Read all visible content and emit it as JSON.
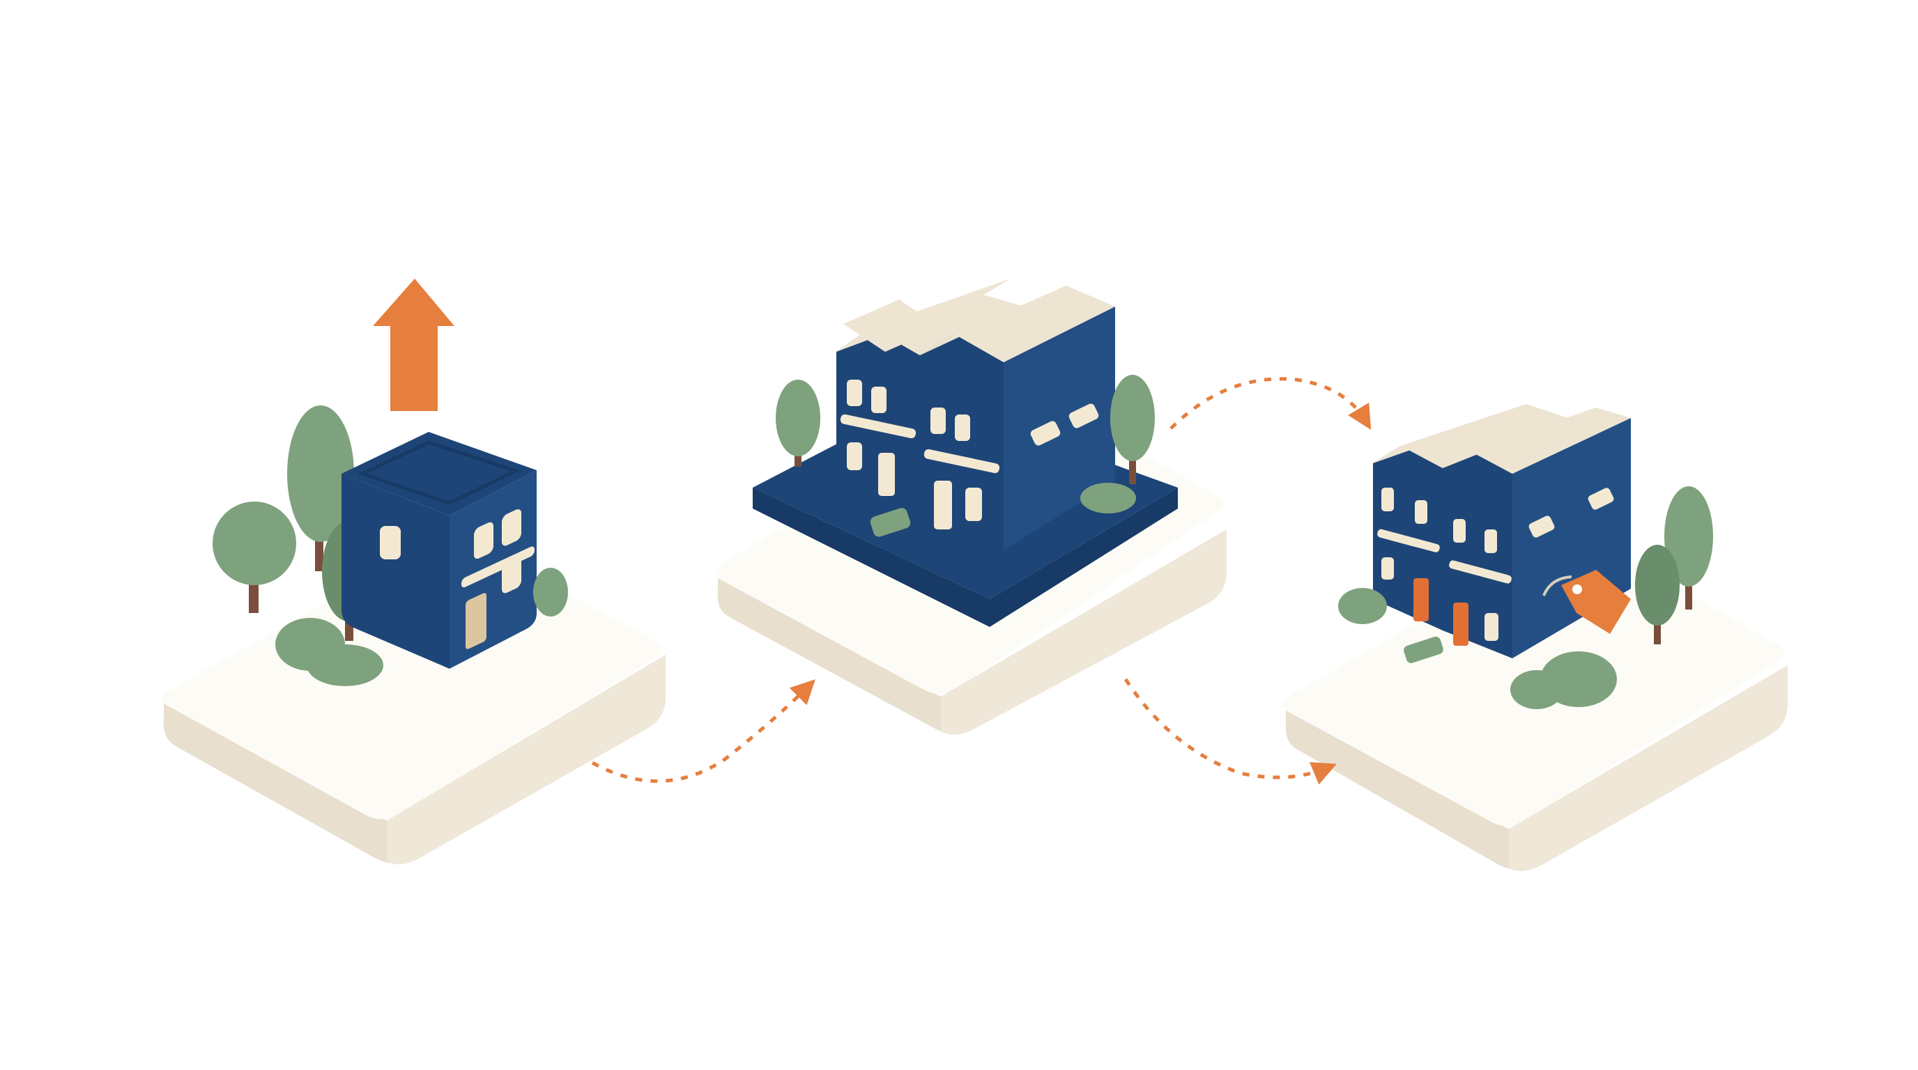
{
  "palette": {
    "background": "#ffffff",
    "platform_top": "#fdfbf6",
    "platform_side": "#e8dfcf",
    "platform_front": "#efe7d8",
    "navy": "#1e4577",
    "navy_dark": "#173a66",
    "navy_side": "#244f85",
    "roof_cream": "#ede5d2",
    "window_cream": "#f3e9d2",
    "tree_green": "#7fa27e",
    "tree_dark": "#6a8e6b",
    "trunk": "#7a4e3d",
    "accent_orange": "#e67e3e",
    "door_orange": "#e27034",
    "door_tan": "#dcc6a0"
  },
  "steps": [
    {
      "id": "step-1",
      "subject": "single-house",
      "icons": [
        "up-arrow-icon",
        "tree-icon",
        "bush-icon"
      ]
    },
    {
      "id": "step-2",
      "subject": "semi-detached-houses",
      "icons": [
        "tree-icon",
        "bush-icon",
        "bench-icon"
      ]
    },
    {
      "id": "step-3",
      "subject": "semi-detached-houses-for-sale",
      "icons": [
        "price-tag-icon",
        "tree-icon",
        "bush-icon"
      ]
    }
  ],
  "connectors": [
    {
      "from": "step-1",
      "to": "step-2",
      "style": "dashed-arrow"
    },
    {
      "from": "step-2",
      "to": "step-3",
      "style": "dashed-arrow"
    },
    {
      "from": "step-2",
      "to": "step-3",
      "style": "dashed-arrow"
    }
  ]
}
